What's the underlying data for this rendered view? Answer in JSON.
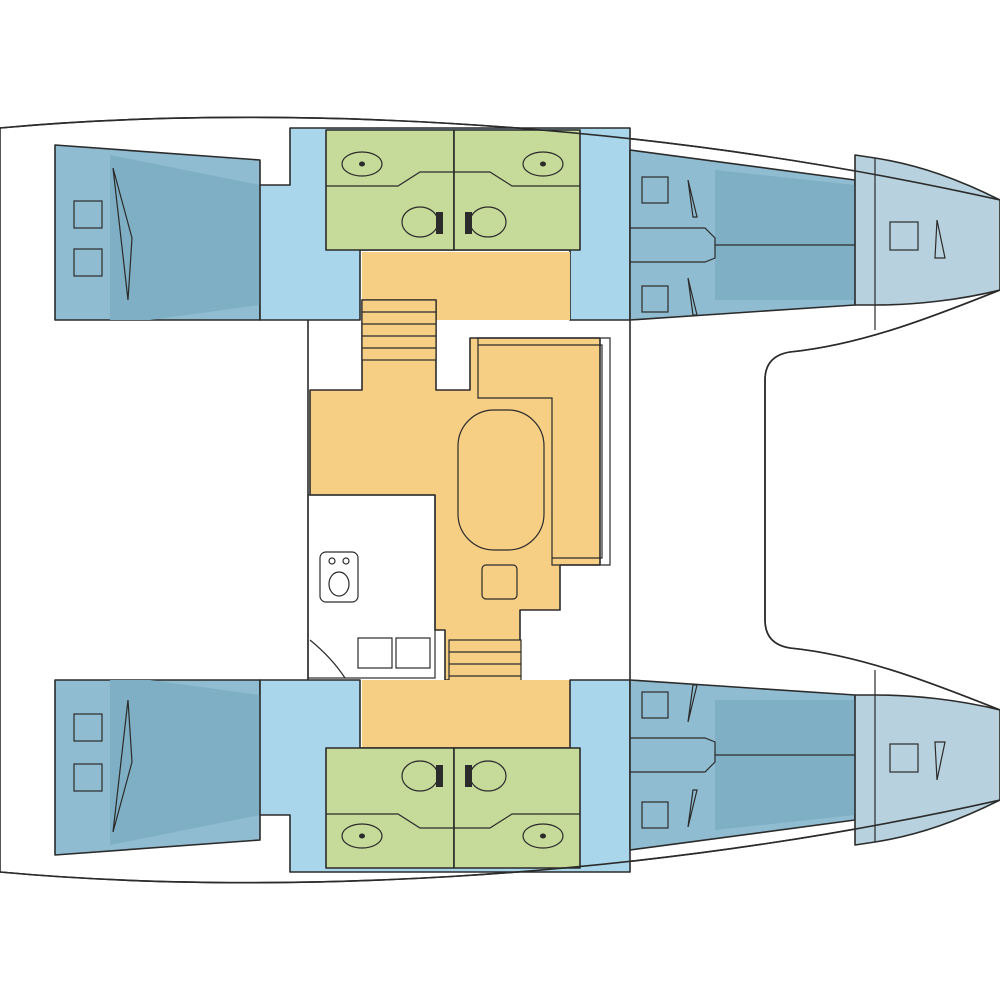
{
  "diagram": {
    "kind": "catamaran deck layout",
    "hulls": [
      "port",
      "starboard"
    ],
    "cabins_per_hull": 2,
    "heads_per_hull": 2,
    "colors": {
      "outline": "#2b2b2b",
      "hull_fill": "#ffffff",
      "cabin": "#8fbcd0",
      "cabin_dark": "#7eafc4",
      "corridor": "#a9d6ea",
      "bow_locker": "#b7d2de",
      "head": "#c6da9a",
      "saloon": "#f6cf85",
      "saloon_edge": "#e9b96a"
    },
    "icons": [
      "bed-pillow-icon",
      "sink-icon",
      "toilet-icon",
      "stairs-icon",
      "dining-table-icon",
      "galley-stove-icon",
      "galley-sink-icon"
    ]
  }
}
